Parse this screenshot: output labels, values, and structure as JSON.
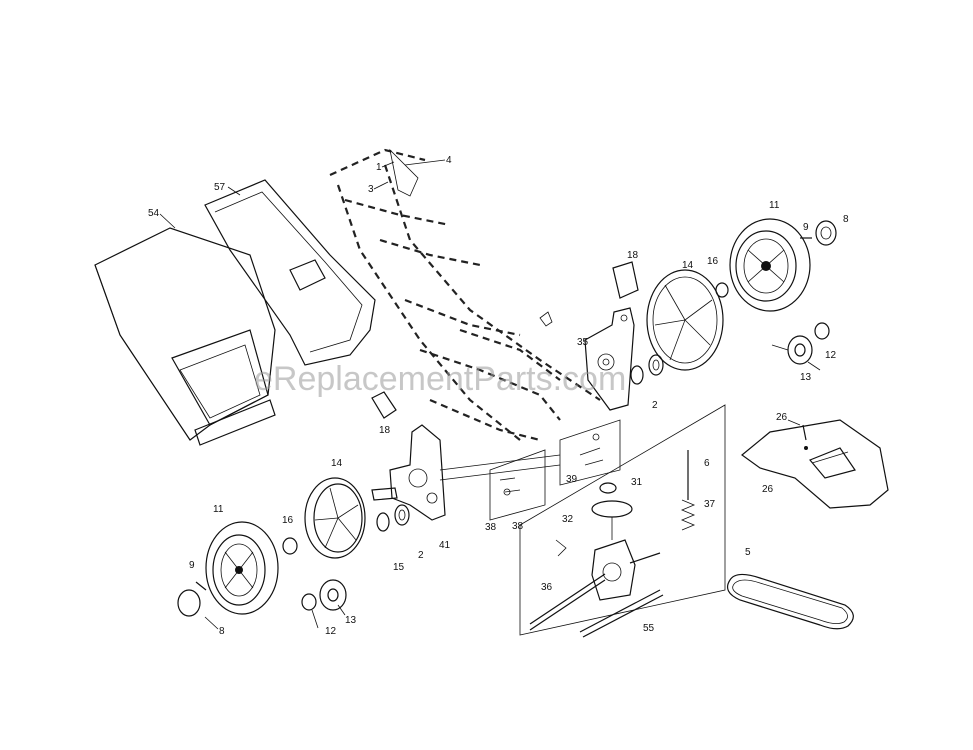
{
  "watermark": "eReplacementParts.com",
  "callouts": [
    {
      "id": "c1",
      "text": "1"
    },
    {
      "id": "c3",
      "text": "3"
    },
    {
      "id": "c4",
      "text": "4"
    },
    {
      "id": "c57",
      "text": "57"
    },
    {
      "id": "c54",
      "text": "54"
    },
    {
      "id": "c18a",
      "text": "18"
    },
    {
      "id": "c18b",
      "text": "18"
    },
    {
      "id": "c14a",
      "text": "14"
    },
    {
      "id": "c16a",
      "text": "16"
    },
    {
      "id": "c11a",
      "text": "11"
    },
    {
      "id": "c9a",
      "text": "9"
    },
    {
      "id": "c8a",
      "text": "8"
    },
    {
      "id": "c12a",
      "text": "12"
    },
    {
      "id": "c13a",
      "text": "13"
    },
    {
      "id": "c35",
      "text": "35"
    },
    {
      "id": "c2a",
      "text": "2"
    },
    {
      "id": "c26a",
      "text": "26"
    },
    {
      "id": "c26b",
      "text": "26"
    },
    {
      "id": "c6",
      "text": "6"
    },
    {
      "id": "c31",
      "text": "31"
    },
    {
      "id": "c37",
      "text": "37"
    },
    {
      "id": "c32",
      "text": "32"
    },
    {
      "id": "c39",
      "text": "39"
    },
    {
      "id": "c38a",
      "text": "38"
    },
    {
      "id": "c38b",
      "text": "38"
    },
    {
      "id": "c14b",
      "text": "14"
    },
    {
      "id": "c41",
      "text": "41"
    },
    {
      "id": "c15",
      "text": "15"
    },
    {
      "id": "c2b",
      "text": "2"
    },
    {
      "id": "c11b",
      "text": "11"
    },
    {
      "id": "c16b",
      "text": "16"
    },
    {
      "id": "c9b",
      "text": "9"
    },
    {
      "id": "c8b",
      "text": "8"
    },
    {
      "id": "c12b",
      "text": "12"
    },
    {
      "id": "c13b",
      "text": "13"
    },
    {
      "id": "c36",
      "text": "36"
    },
    {
      "id": "c55",
      "text": "55"
    },
    {
      "id": "c5",
      "text": "5"
    }
  ]
}
